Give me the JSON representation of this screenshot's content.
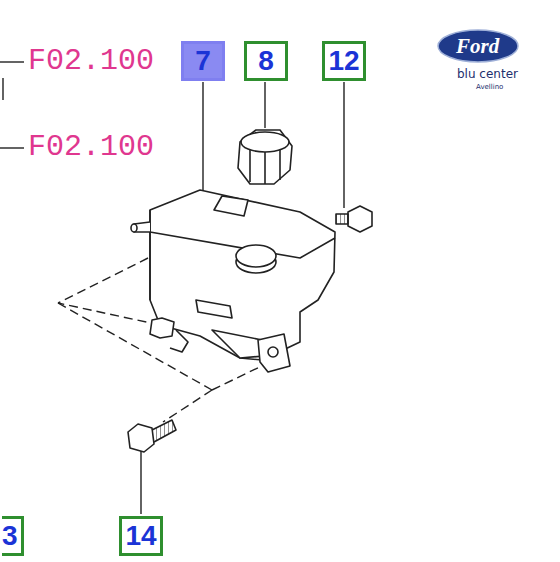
{
  "diagram": {
    "labels": [
      "F02.100",
      "7",
      "8",
      "12",
      "F02.100",
      "Ford",
      "blu center",
      "Avellino",
      "3",
      "14"
    ]
  }
}
